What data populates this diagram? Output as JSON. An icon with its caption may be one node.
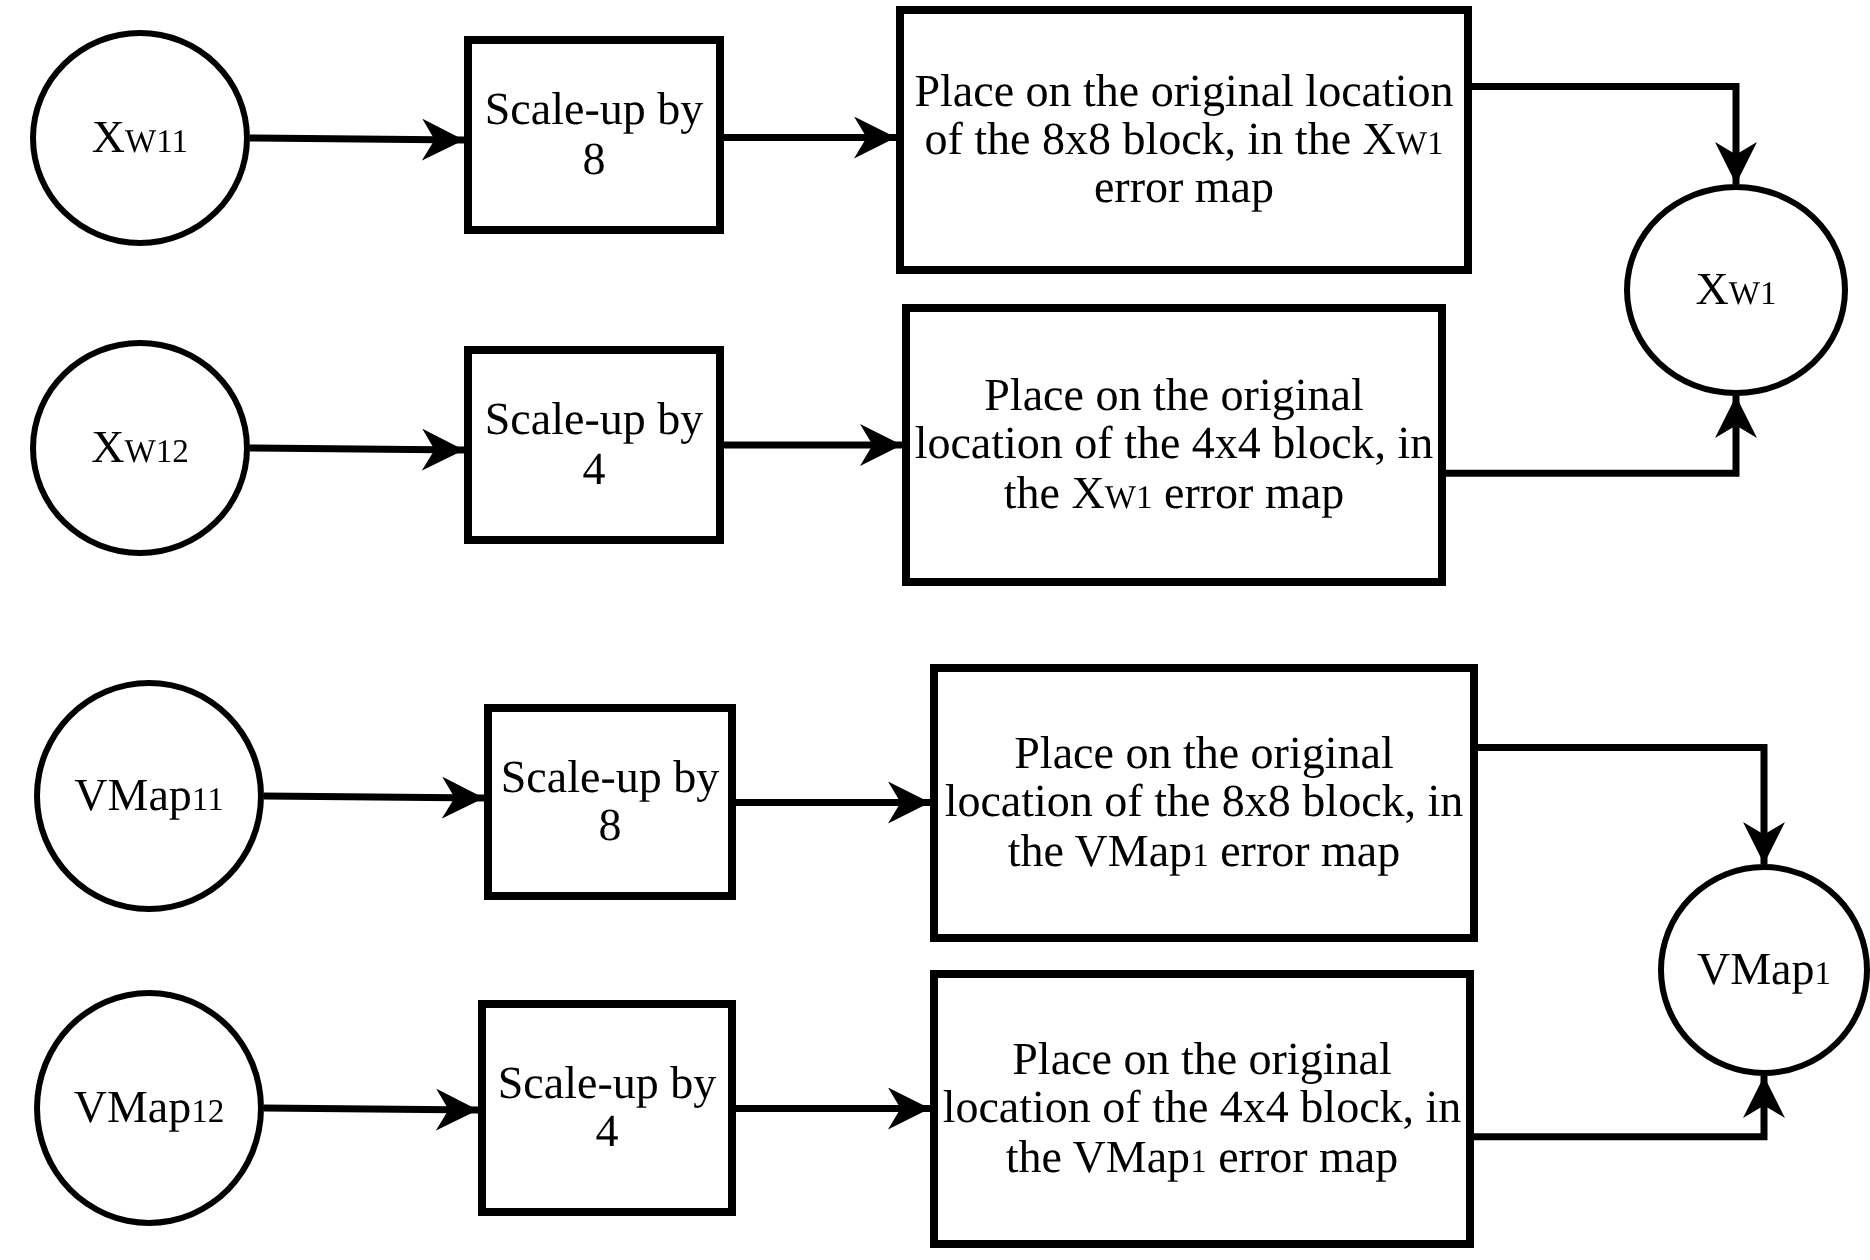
{
  "diagram": {
    "nodes": [
      {
        "text": [
          "X$_{W11}$"
        ]
      },
      {
        "text": [
          "Scale-up by 8"
        ]
      },
      {
        "text": [
          "Place on the original location of the 8x8 block, in the X$_{W1}$ error map"
        ]
      },
      {
        "text": [
          "X$_{W1}$"
        ]
      },
      {
        "text": [
          "X$_{W12}$"
        ]
      },
      {
        "text": [
          "Scale-up by 4"
        ]
      },
      {
        "text": [
          "Place on the original location of the 4x4 block, in the X$_{W1}$ error map"
        ]
      },
      {
        "text": [
          "VMap$_{11}$"
        ]
      },
      {
        "text": [
          "Scale-up by 8"
        ]
      },
      {
        "text": [
          "Place on the original location of the 8x8 block, in the VMap$_{1}$ error map"
        ]
      },
      {
        "text": [
          "VMap$_{1}$"
        ]
      },
      {
        "text": [
          "VMap$_{12}$"
        ]
      },
      {
        "text": [
          "Scale-up by 4"
        ]
      },
      {
        "text": [
          "Place on the original location of the 4x4 block, in the VMap$_{1}$ error map"
        ]
      }
    ],
    "edges": [
      {
        "from": 0,
        "to": 1,
        "arrow": "to"
      },
      {
        "from": 1,
        "to": 2,
        "arrow": "to"
      },
      {
        "from": 2,
        "to": 3,
        "arrow": "to"
      },
      {
        "from": 4,
        "to": 5,
        "arrow": "to"
      },
      {
        "from": 5,
        "to": 6,
        "arrow": "to"
      },
      {
        "from": 6,
        "to": 3,
        "arrow": "to"
      },
      {
        "from": 7,
        "to": 8,
        "arrow": "to"
      },
      {
        "from": 8,
        "to": 9,
        "arrow": "to"
      },
      {
        "from": 9,
        "to": 10,
        "arrow": "to"
      },
      {
        "from": 11,
        "to": 12,
        "arrow": "to"
      },
      {
        "from": 12,
        "to": 13,
        "arrow": "to"
      },
      {
        "from": 13,
        "to": 10,
        "arrow": "to"
      }
    ]
  }
}
